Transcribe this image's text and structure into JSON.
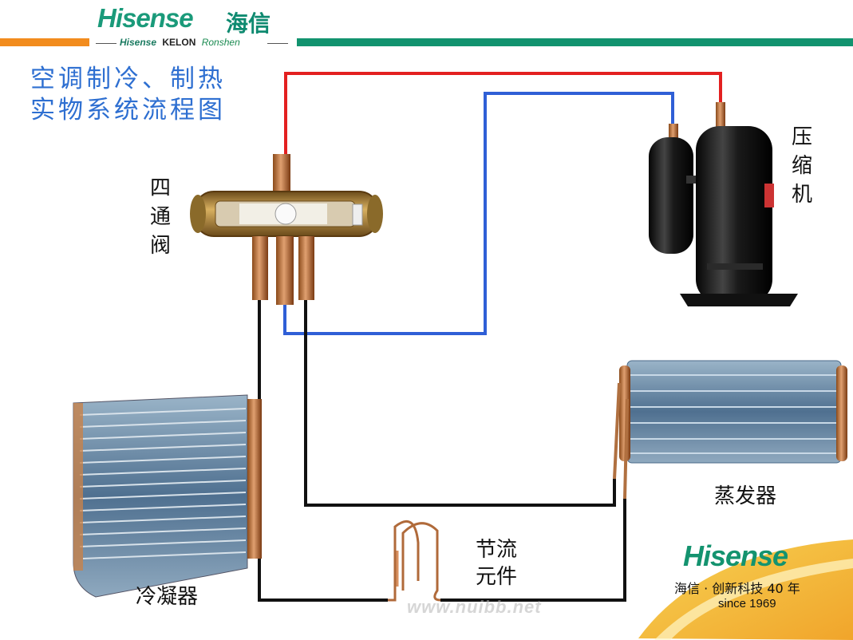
{
  "header": {
    "brand": "Hisense",
    "brand_cn": "海信",
    "sub_brands": [
      "Hisense",
      "KELON",
      "Ronshen"
    ],
    "accent_orange": "#f28c1e",
    "accent_green": "#12936f"
  },
  "title": {
    "line1": "空调制冷、制热",
    "line2": "实物系统流程图",
    "color": "#2e6fd1"
  },
  "components": {
    "four_way_valve": {
      "label_chars": [
        "四",
        "通",
        "阀"
      ]
    },
    "compressor": {
      "label_chars": [
        "压",
        "缩",
        "机"
      ]
    },
    "evaporator": {
      "label": "蒸发器"
    },
    "condenser": {
      "label": "冷凝器"
    },
    "throttle": {
      "label_line1": "节流",
      "label_line2": "元件"
    }
  },
  "pipes": {
    "discharge_color": "#e32020",
    "suction_color": "#2f5fd6",
    "liquid_color": "#111111"
  },
  "corner": {
    "brand": "Hisense",
    "slogan": "海信 · 创新科技 40 年",
    "since": "since 1969"
  },
  "watermark": "www.nuibb.net"
}
